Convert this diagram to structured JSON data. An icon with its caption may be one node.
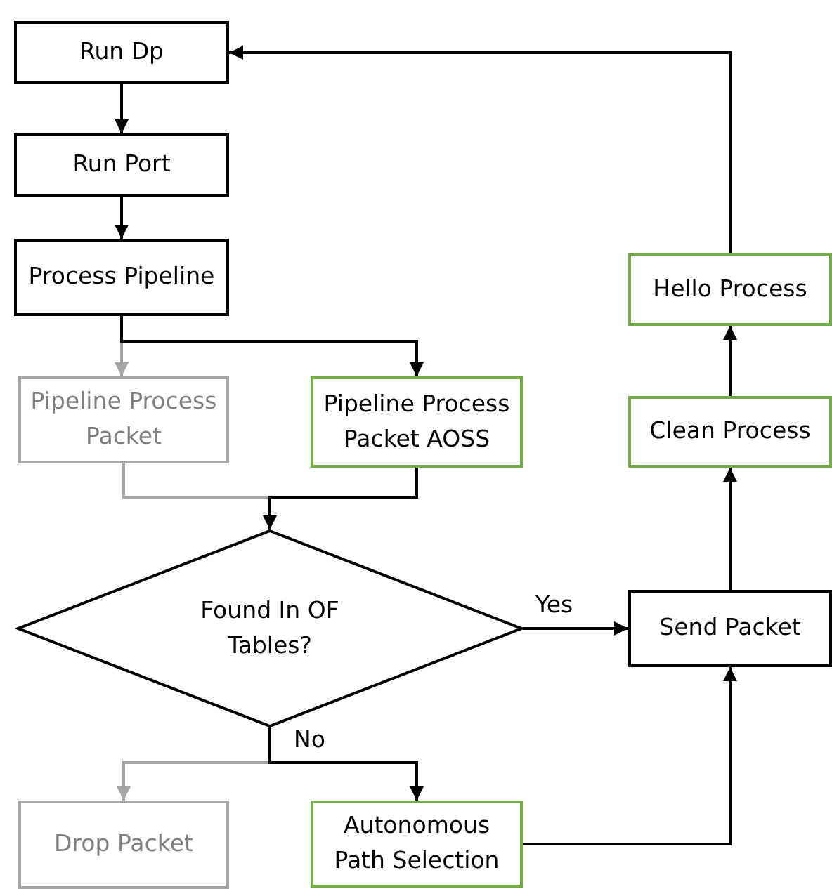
{
  "diagram": {
    "nodes": [
      {
        "text": [
          "Run Dp"
        ]
      },
      {
        "text": [
          "Run Port"
        ]
      },
      {
        "text": [
          "Process Pipeline"
        ]
      },
      {
        "text": [
          "Hello Process"
        ]
      },
      {
        "text": [
          "Pipeline Process Packet"
        ]
      },
      {
        "text": [
          "Pipeline Process Packet AOSS"
        ]
      },
      {
        "text": [
          "Clean Process"
        ]
      },
      {
        "text": [
          "Found In OF Tables?"
        ]
      },
      {
        "text": [
          "Send Packet"
        ]
      },
      {
        "text": [
          "Drop Packet"
        ]
      },
      {
        "text": [
          "Autonomous Path Selection"
        ]
      }
    ],
    "edges": [
      {
        "from": 0,
        "to": 1,
        "arrow": "to"
      },
      {
        "from": 1,
        "to": 2,
        "arrow": "to"
      },
      {
        "from": 2,
        "to": 4,
        "arrow": "to",
        "color": "#a6a6a6"
      },
      {
        "from": 2,
        "to": 5,
        "arrow": "to"
      },
      {
        "from": 4,
        "to": 7,
        "arrow": "to",
        "color": "#a6a6a6"
      },
      {
        "from": 5,
        "to": 7,
        "arrow": "to"
      },
      {
        "from": 7,
        "to": 8,
        "arrow": "to",
        "label": "Yes"
      },
      {
        "from": 7,
        "to": 9,
        "arrow": "to",
        "color": "#a6a6a6"
      },
      {
        "from": 7,
        "to": 10,
        "arrow": "to",
        "label": "No"
      },
      {
        "from": 10,
        "to": 8,
        "arrow": "to"
      },
      {
        "from": 8,
        "to": 6,
        "arrow": "to"
      },
      {
        "from": 6,
        "to": 3,
        "arrow": "to"
      },
      {
        "from": 3,
        "to": 0,
        "arrow": "to"
      }
    ]
  }
}
